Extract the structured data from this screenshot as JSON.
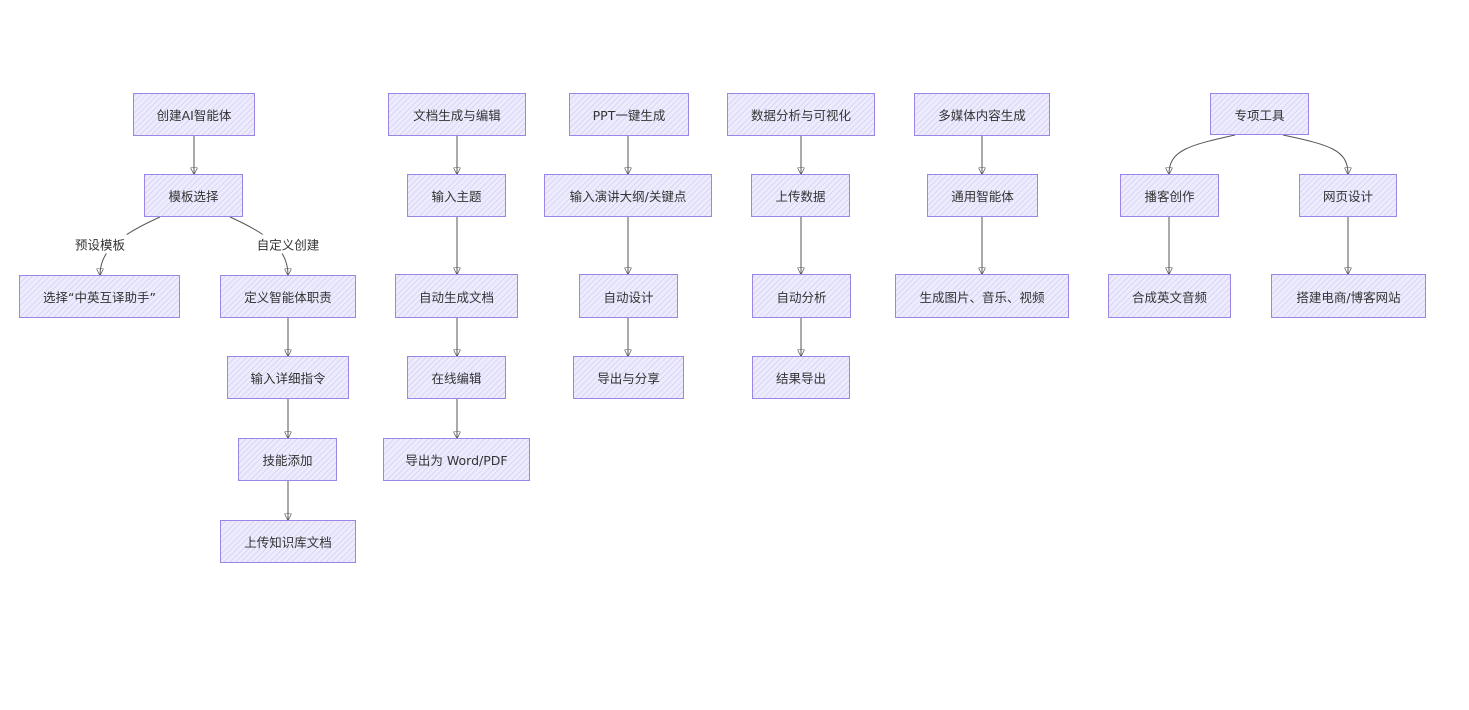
{
  "nodes": {
    "create_agent": "创建AI智能体",
    "template_select": "模板选择",
    "choose_translator": "选择“中英互译助手”",
    "define_role": "定义智能体职责",
    "input_instructions": "输入详细指令",
    "add_skills": "技能添加",
    "upload_kb": "上传知识库文档",
    "doc_gen": "文档生成与编辑",
    "input_topic": "输入主题",
    "auto_gen_doc": "自动生成文档",
    "online_edit": "在线编辑",
    "export_word_pdf": "导出为 Word/PDF",
    "ppt_gen": "PPT一键生成",
    "input_outline": "输入演讲大纲/关键点",
    "auto_design": "自动设计",
    "export_share": "导出与分享",
    "data_analysis": "数据分析与可视化",
    "upload_data": "上传数据",
    "auto_analysis": "自动分析",
    "export_results": "结果导出",
    "multimedia": "多媒体内容生成",
    "general_agent": "通用智能体",
    "gen_media": "生成图片、音乐、视频",
    "special_tools": "专项工具",
    "podcast": "播客创作",
    "synth_audio": "合成英文音频",
    "web_design": "网页设计",
    "build_site": "搭建电商/博客网站"
  },
  "edge_labels": {
    "preset_template": "预设模板",
    "custom_create": "自定义创建"
  },
  "colors": {
    "node_border": "#9b86e8",
    "node_fill": "#ececfc",
    "edge": "#555555",
    "text": "#333333"
  }
}
